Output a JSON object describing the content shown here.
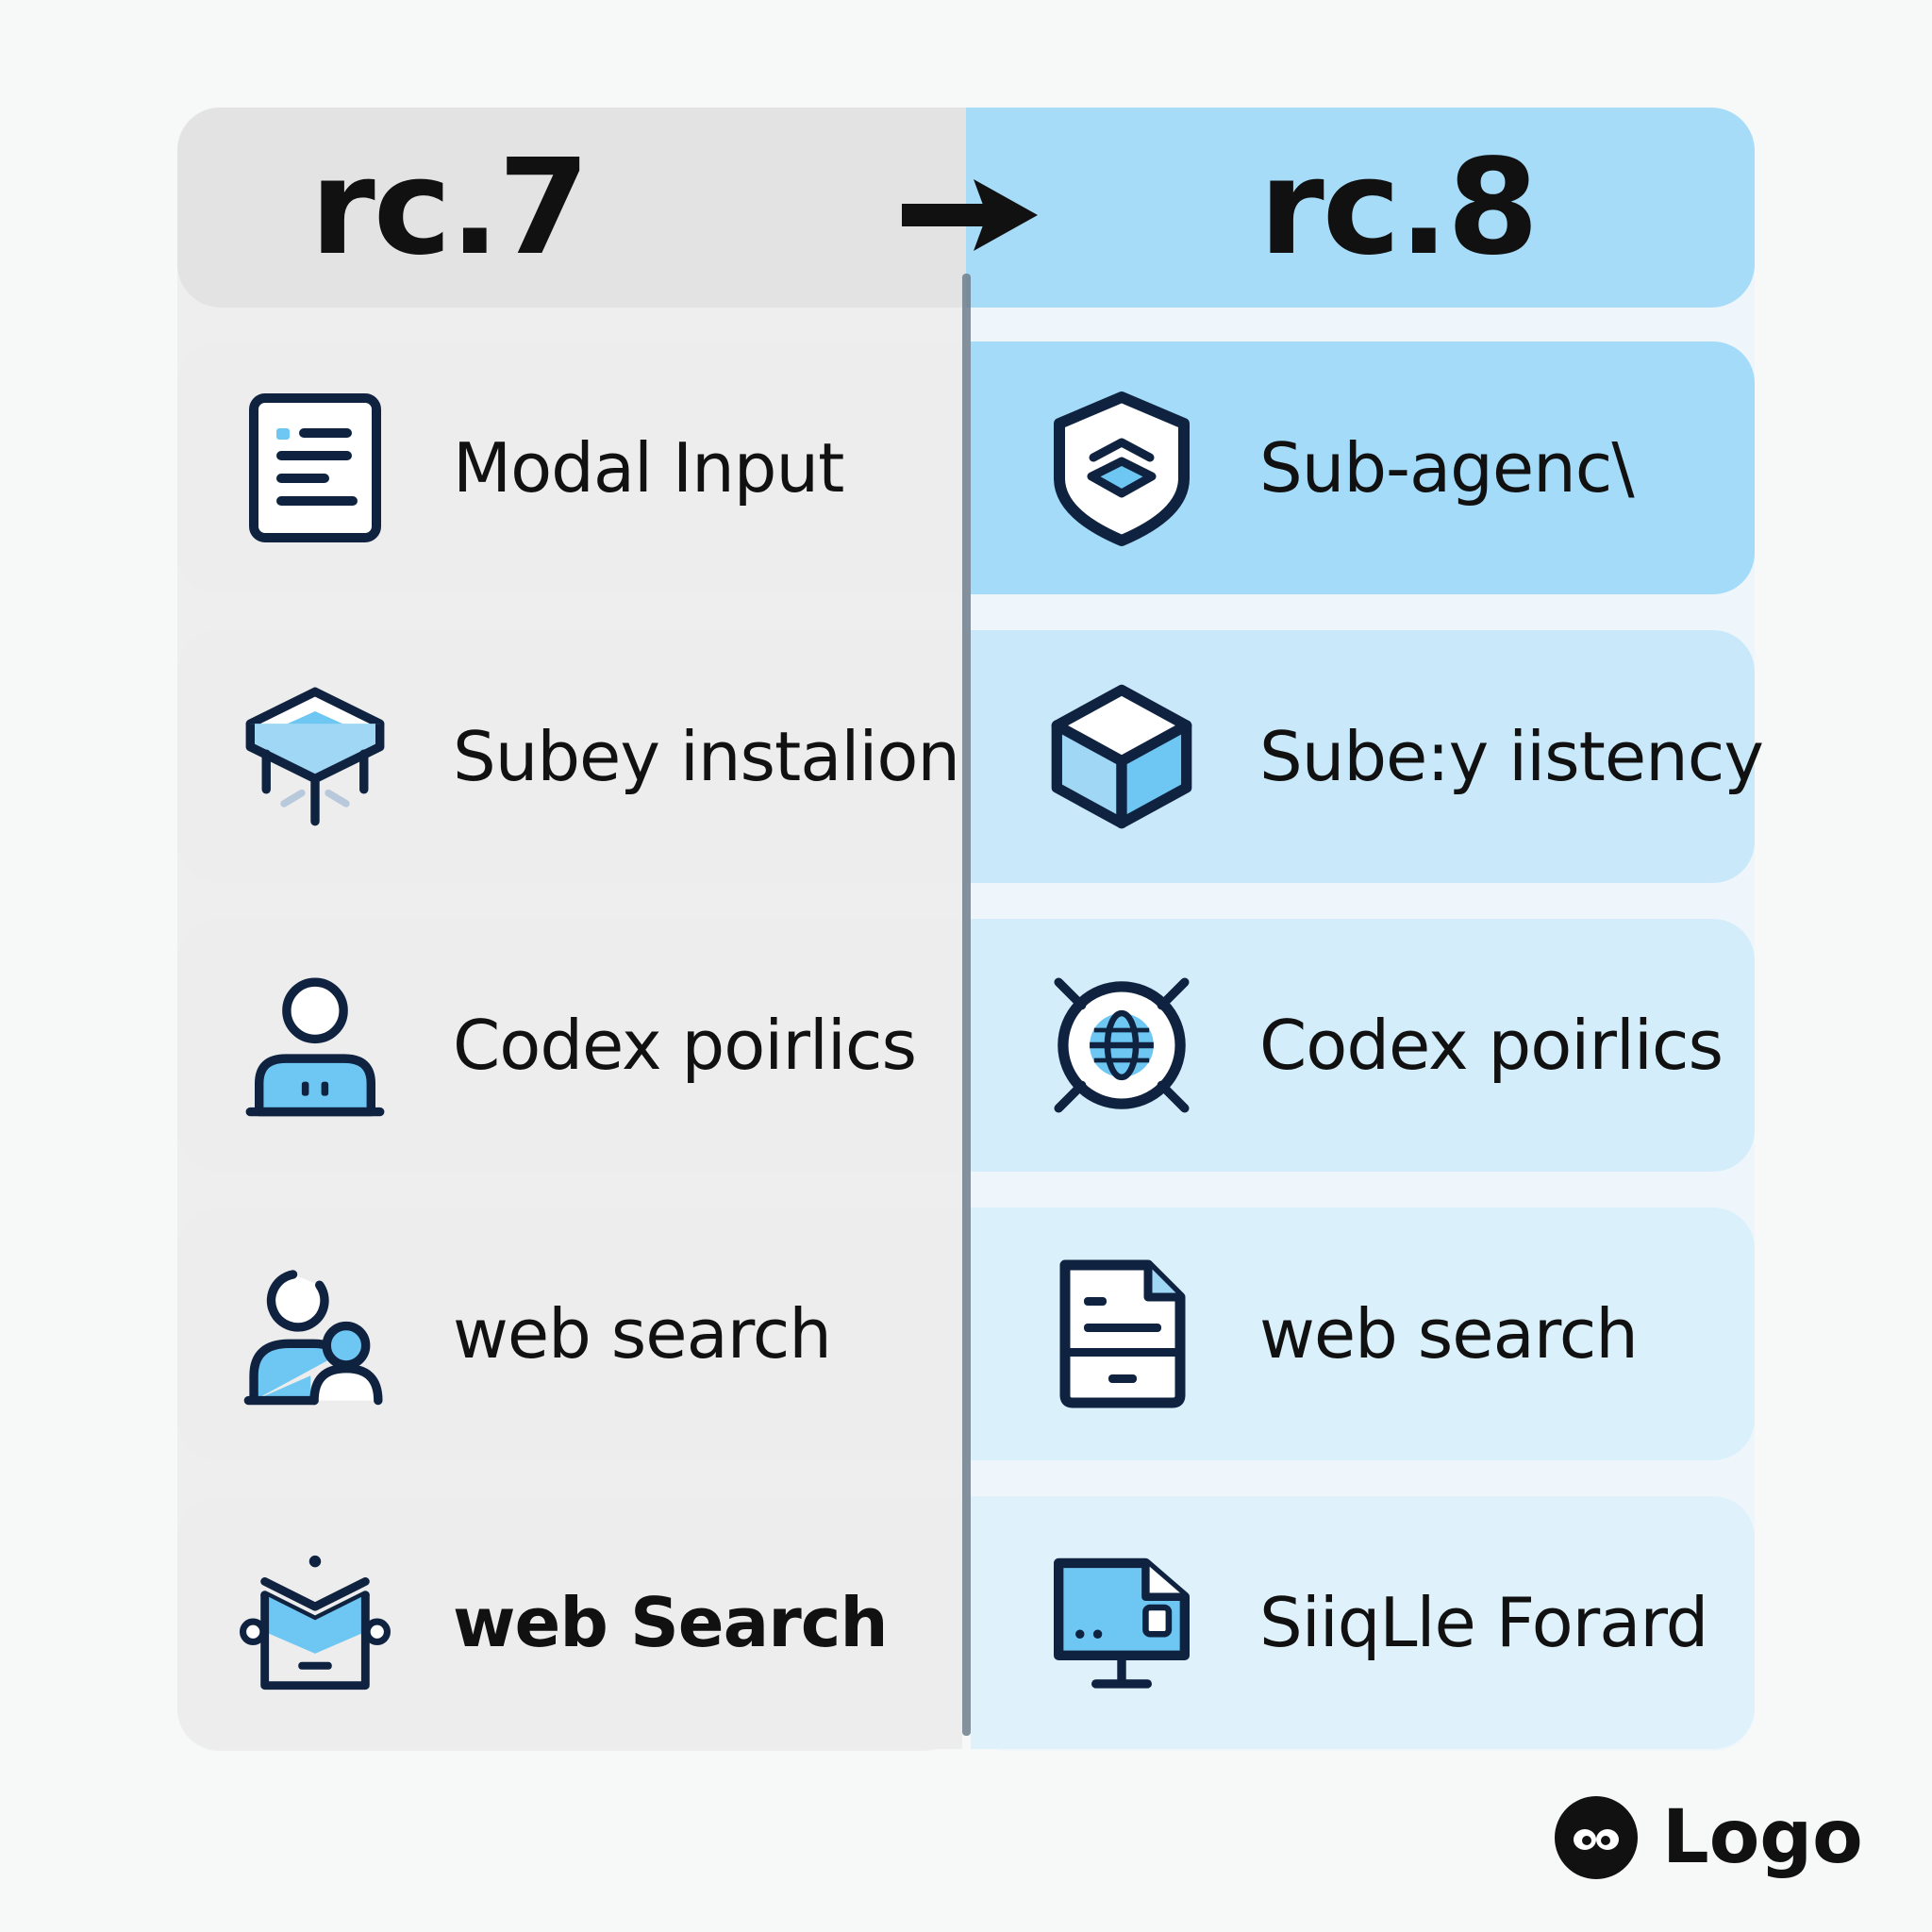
{
  "left": {
    "title": "rc.7",
    "items": [
      {
        "label": "Modal Input",
        "icon": "document-list-icon"
      },
      {
        "label": "Subey instalion",
        "icon": "stacked-box-icon"
      },
      {
        "label": "Codex poirlics",
        "icon": "user-robot-icon"
      },
      {
        "label": "web search",
        "icon": "users-icon"
      },
      {
        "label": "web Search",
        "icon": "robot-mail-icon"
      }
    ]
  },
  "right": {
    "title": "rc.8",
    "items": [
      {
        "label": "Sub-agenc\\",
        "icon": "shield-layers-icon"
      },
      {
        "label": "Sube:y iistency",
        "icon": "cube-icon"
      },
      {
        "label": "Codex poirlics",
        "icon": "globe-target-icon"
      },
      {
        "label": "web search",
        "icon": "file-icon"
      },
      {
        "label": "SiiqLle Forard",
        "icon": "monitor-icon"
      }
    ]
  },
  "logo": {
    "text": "Logo"
  },
  "colors": {
    "ink": "#0f2340",
    "accent": "#6ec6f2",
    "left_bg": "#ededed",
    "right_header": "#a6dcf8"
  }
}
